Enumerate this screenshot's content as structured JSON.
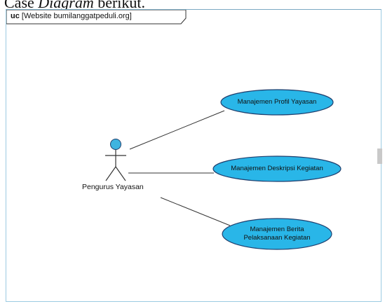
{
  "caption": {
    "prefix": "Case ",
    "italic": "Diagram",
    "suffix": " berikut."
  },
  "frame": {
    "keyword": "uc",
    "name": "[Website bumilanggatpeduli.org]"
  },
  "actor": {
    "name": "Pengurus Yayasan",
    "icon": "stick-figure-actor-icon"
  },
  "use_cases": [
    {
      "line1": "Manajemen Profil Yayasan",
      "line2": ""
    },
    {
      "line1": "Manajemen Deskripsi Kegiatan",
      "line2": ""
    },
    {
      "line1": "Manajemen Berita",
      "line2": "Pelaksanaan Kegiatan"
    }
  ],
  "colors": {
    "usecase_fill": "#29b6e8",
    "usecase_stroke": "#1f3f6e",
    "actor_head": "#3fb4e0",
    "frame_border": "#9ccbe2"
  }
}
